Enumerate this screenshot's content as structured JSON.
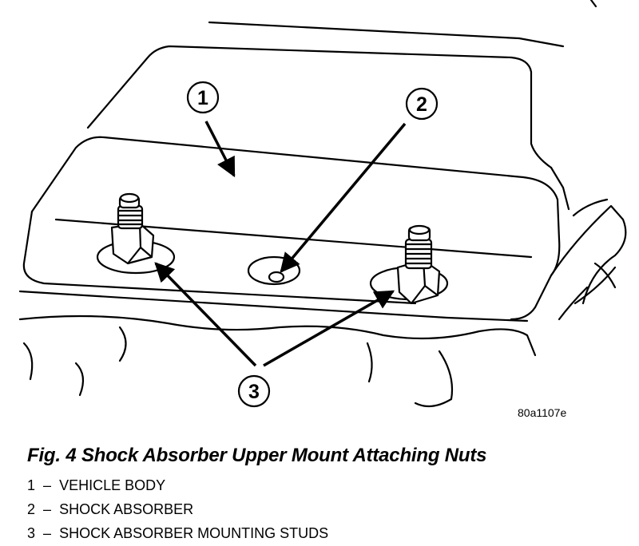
{
  "callouts": {
    "c1": "1",
    "c2": "2",
    "c3": "3"
  },
  "figure_code": "80a1107e",
  "caption": "Fig. 4 Shock Absorber Upper Mount Attaching Nuts",
  "legend": {
    "items": [
      {
        "num": "1",
        "dash": "–",
        "text": "VEHICLE BODY"
      },
      {
        "num": "2",
        "dash": "–",
        "text": "SHOCK ABSORBER"
      },
      {
        "num": "3",
        "dash": "–",
        "text": "SHOCK ABSORBER MOUNTING STUDS"
      }
    ]
  }
}
